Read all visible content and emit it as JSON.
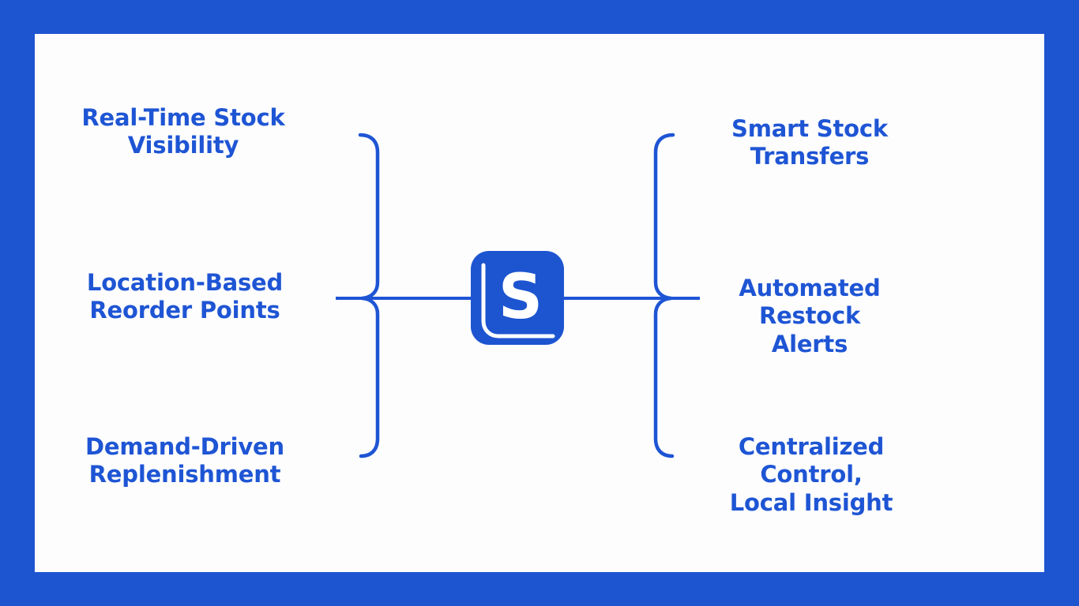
{
  "slide": {
    "background_color": "#1D55D0",
    "panel_color": "#FDFDFE",
    "accent_color": "#1E55D4"
  },
  "logo": {
    "letter": "S",
    "name": "s-logo-mark",
    "square_color": "#1D55D0",
    "glyph_color": "#FFFFFF"
  },
  "left_branches": [
    {
      "label": "Real-Time Stock\nVisibility"
    },
    {
      "label": "Location-Based\nReorder Points"
    },
    {
      "label": "Demand-Driven\nReplenishment"
    }
  ],
  "right_branches": [
    {
      "label": "Smart Stock\nTransfers"
    },
    {
      "label": "Automated Restock\nAlerts"
    },
    {
      "label": "Centralized Control,\nLocal Insight"
    }
  ]
}
